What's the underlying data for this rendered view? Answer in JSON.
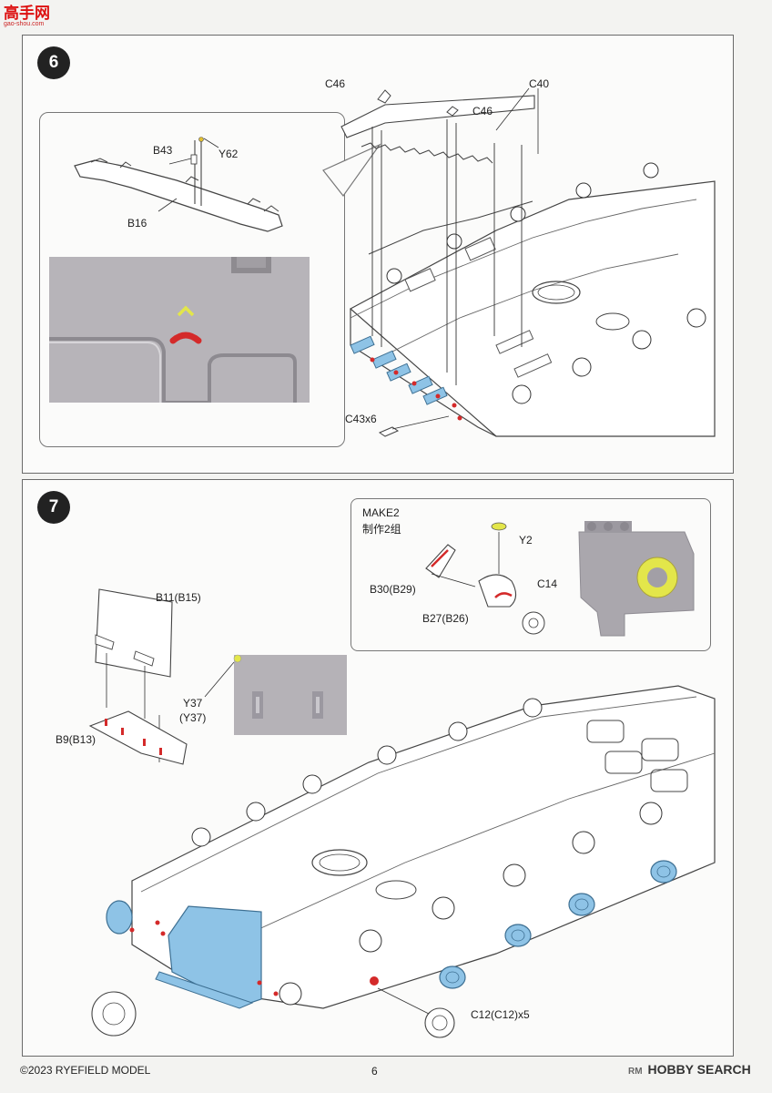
{
  "watermark": {
    "logo": "高手网",
    "url": "gao-shou.com"
  },
  "step6": {
    "number": "6",
    "labels": {
      "c46_a": "C46",
      "c40": "C40",
      "c46_b": "C46",
      "b43": "B43",
      "y62": "Y62",
      "b16": "B16",
      "c43": "C43x6"
    }
  },
  "step7": {
    "number": "7",
    "inset": {
      "make": "MAKE2",
      "make_cn": "制作2组",
      "y2": "Y2",
      "b30": "B30(B29)",
      "c14": "C14",
      "b27": "B27(B26)"
    },
    "labels": {
      "b11": "B11(B15)",
      "y37": "Y37",
      "y37b": "(Y37)",
      "b9": "B9(B13)",
      "c12": "C12(C12)x5"
    }
  },
  "footer": {
    "copyright": "©2023 RYEFIELD MODEL",
    "page": "6",
    "partial_code": "RM",
    "brand": "HOBBY SEARCH"
  },
  "colors": {
    "highlight_blue": "#8ec3e6",
    "accent_red": "#d42a2a",
    "accent_yellow": "#e3e64a",
    "photo_gray": "#b5b2b7"
  }
}
